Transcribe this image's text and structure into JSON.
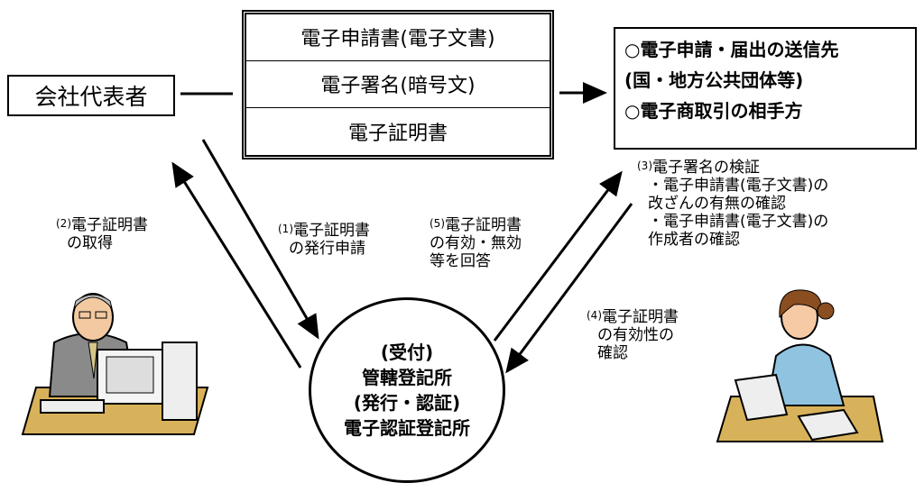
{
  "company": {
    "label": "会社代表者"
  },
  "document_stack": {
    "rows": [
      "電子申請書(電子文書)",
      "電子署名(暗号文)",
      "電子証明書"
    ]
  },
  "destination": {
    "lines": [
      "○電子申請・届出の送信先",
      "(国・地方公共団体等)",
      "○電子商取引の相手方"
    ]
  },
  "steps": {
    "s1": {
      "num": "(1)",
      "lines": [
        "電子証明書",
        "の発行申請"
      ]
    },
    "s2": {
      "num": "(2)",
      "lines": [
        "電子証明書",
        "の取得"
      ]
    },
    "s3": {
      "num": "(3)",
      "lines": [
        "電子署名の検証",
        "・電子申請書(電子文書)の",
        "改ざんの有無の確認",
        "・電子申請書(電子文書)の",
        "作成者の確認"
      ]
    },
    "s4": {
      "num": "(4)",
      "lines": [
        "電子証明書",
        "の有効性の",
        "確認"
      ]
    },
    "s5": {
      "num": "(5)",
      "lines": [
        "電子証明書",
        "の有効・無効",
        "等を回答"
      ]
    }
  },
  "registry": {
    "lines": [
      "(受付)",
      "管轄登記所",
      "(発行・認証)",
      "電子認証登記所"
    ]
  }
}
